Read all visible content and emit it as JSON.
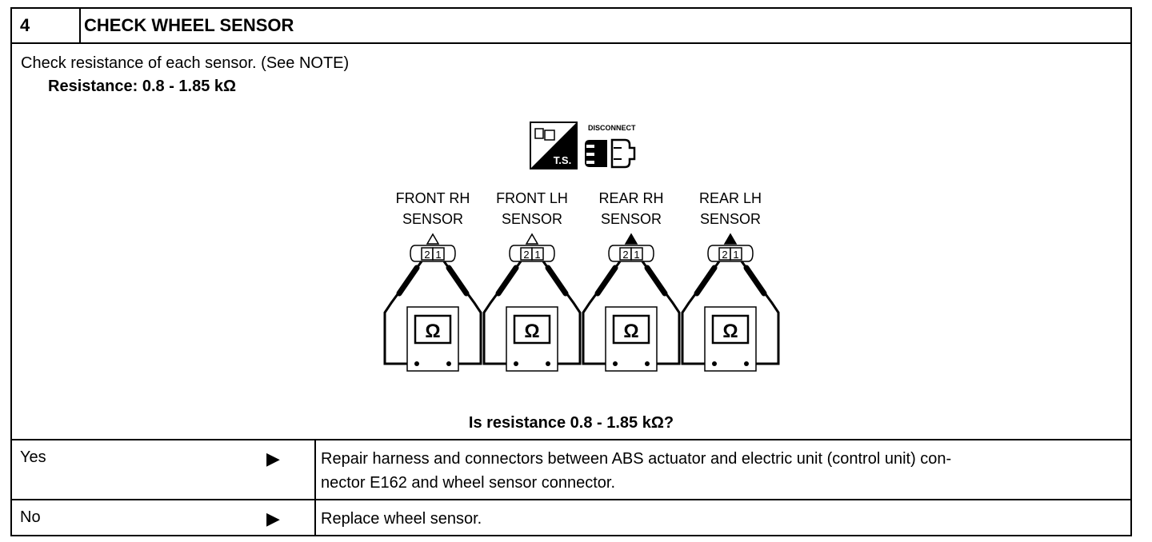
{
  "header": {
    "step": "4",
    "title": "CHECK WHEEL SENSOR"
  },
  "body": {
    "instruction": "Check resistance of each sensor. (See NOTE)",
    "spec": "Resistance: 0.8 - 1.85 kΩ",
    "question": "Is resistance 0.8 - 1.85 kΩ?"
  },
  "diagram": {
    "ts_label": "T.S.",
    "disconnect_label": "DISCONNECT",
    "meter_symbol": "Ω",
    "sensors": [
      {
        "line1": "FRONT RH",
        "line2": "SENSOR",
        "pin_a": "2",
        "pin_b": "1"
      },
      {
        "line1": "FRONT LH",
        "line2": "SENSOR",
        "pin_a": "2",
        "pin_b": "1"
      },
      {
        "line1": "REAR RH",
        "line2": "SENSOR",
        "pin_a": "2",
        "pin_b": "1"
      },
      {
        "line1": "REAR LH",
        "line2": "SENSOR",
        "pin_a": "2",
        "pin_b": "1"
      }
    ]
  },
  "answers": [
    {
      "label": "Yes",
      "arrow": "▶",
      "result": "Repair harness and connectors between ABS actuator and electric unit (control unit) con-\nnector E162 and wheel sensor connector."
    },
    {
      "label": "No",
      "arrow": "▶",
      "result": "Replace wheel sensor."
    }
  ]
}
